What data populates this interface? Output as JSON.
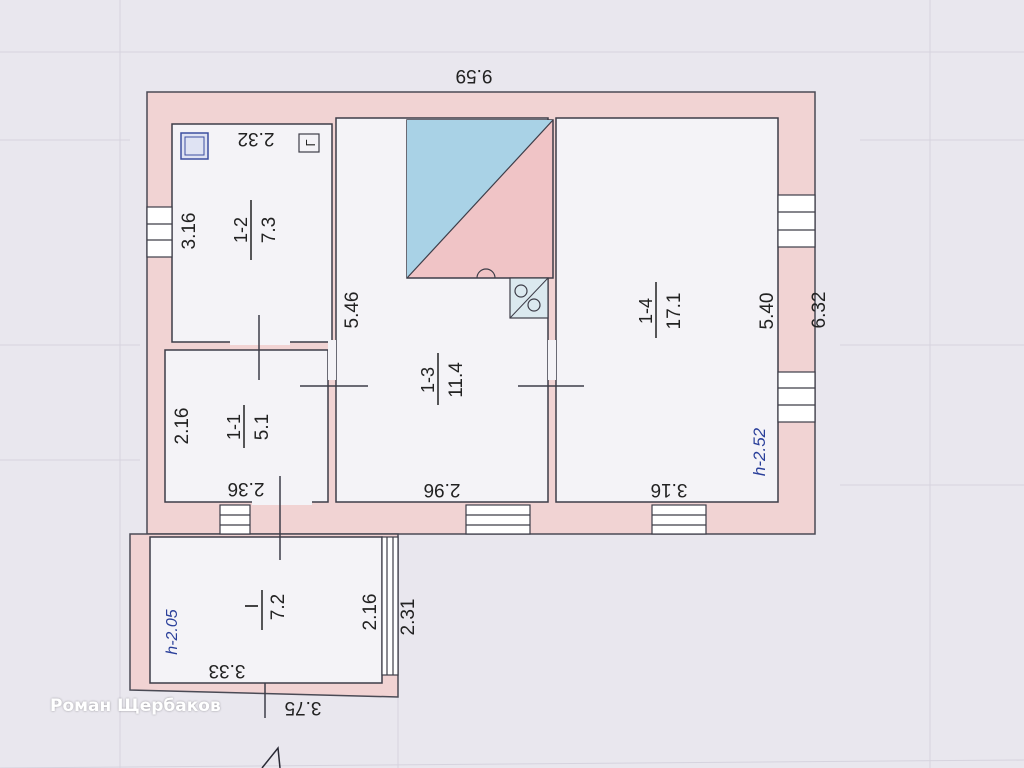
{
  "plan": {
    "overall_width": "9.59",
    "overall_depth": "6.32",
    "rooms": [
      {
        "number": "1-1",
        "area": "5.1",
        "dim_a": "2.16",
        "dim_b": "2.36"
      },
      {
        "number": "1-2",
        "area": "7.3",
        "dim_a": "3.16",
        "dim_b": "2.32"
      },
      {
        "number": "1-3",
        "area": "11.4",
        "dim_a": "5.46",
        "dim_b": "2.96"
      },
      {
        "number": "1-4",
        "area": "17.1",
        "dim_a": "5.40",
        "dim_b": "3.16"
      },
      {
        "number": "I",
        "area": "7.2",
        "dim_a": "2.16",
        "dim_b": "3.33"
      }
    ],
    "porch_outer_depth": "2.31",
    "porch_outer_width": "3.75",
    "height_main": "h-2.52",
    "height_porch": "h-2.05",
    "room2_mark": "Г"
  },
  "watermark": "Роман Щербаков",
  "colors": {
    "paper": "#e9e7ee",
    "wall_fill": "#f1d3d3",
    "wall_line": "#4a4a55",
    "stove_blue": "#a9d2e6",
    "stove_pink": "#f0c4c6",
    "handwriting_blue": "#2a3f9a",
    "handwriting_red": "#d42a2a"
  }
}
